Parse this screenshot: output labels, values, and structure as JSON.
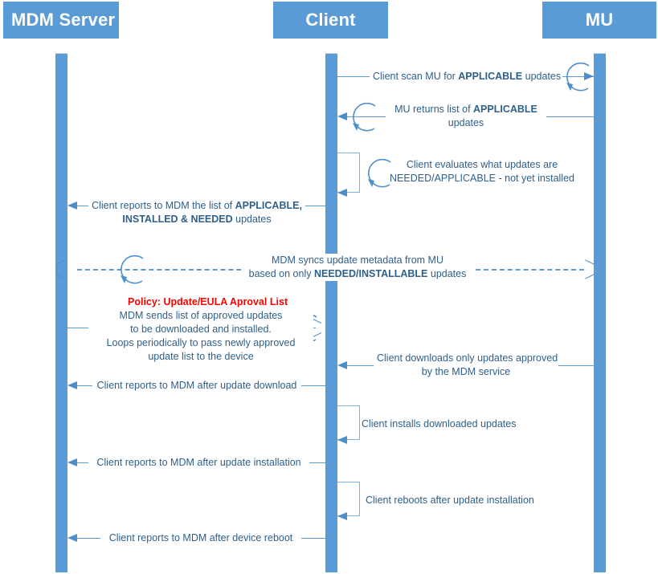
{
  "diagram": {
    "title": "MDM / Client / Microsoft Update sequence diagram",
    "colors": {
      "accent": "#5B9BD5",
      "arrow": "#4F8FC9",
      "text": "#2E5F8A",
      "policy": "#FF0000",
      "background": "#FFFFFF"
    },
    "participants": [
      {
        "id": "mdm",
        "label": "MDM Server"
      },
      {
        "id": "client",
        "label": "Client"
      },
      {
        "id": "mu",
        "label": "MU"
      }
    ],
    "messages": [
      {
        "id": "m1",
        "from": "client",
        "to": "mu",
        "direction": "right",
        "style": "solid",
        "loop": true,
        "lines": [
          [
            {
              "t": "Client scan MU for ",
              "b": false
            },
            {
              "t": "APPLICABLE",
              "b": true
            },
            {
              "t": " updates",
              "b": false
            }
          ]
        ]
      },
      {
        "id": "m2",
        "from": "mu",
        "to": "client",
        "direction": "left",
        "style": "solid",
        "loop": true,
        "lines": [
          [
            {
              "t": "MU returns list of ",
              "b": false
            },
            {
              "t": "APPLICABLE",
              "b": true
            }
          ],
          [
            {
              "t": "updates",
              "b": false
            }
          ]
        ]
      },
      {
        "id": "m3",
        "from": "client",
        "to": "client",
        "direction": "self",
        "style": "solid",
        "loop": true,
        "lines": [
          [
            {
              "t": "Client evaluates what updates are",
              "b": false
            }
          ],
          [
            {
              "t": "NEEDED/APPLICABLE - not yet installed",
              "b": false
            }
          ]
        ]
      },
      {
        "id": "m4",
        "from": "client",
        "to": "mdm",
        "direction": "left",
        "style": "solid",
        "loop": false,
        "lines": [
          [
            {
              "t": "Client reports to MDM the list of ",
              "b": false
            },
            {
              "t": "APPLICABLE,",
              "b": true
            }
          ],
          [
            {
              "t": "INSTALLED & NEEDED",
              "b": true
            },
            {
              "t": " updates",
              "b": false
            }
          ]
        ]
      },
      {
        "id": "m5",
        "from": "mdm",
        "to": "mu",
        "direction": "both",
        "style": "dashed",
        "loop": true,
        "lines": [
          [
            {
              "t": "MDM syncs update metadata from MU",
              "b": false
            }
          ],
          [
            {
              "t": "based on only ",
              "b": false
            },
            {
              "t": "NEEDED/INSTALLABLE",
              "b": true
            },
            {
              "t": " updates",
              "b": false
            }
          ]
        ]
      },
      {
        "id": "m6",
        "from": "mdm",
        "to": "client",
        "direction": "right",
        "style": "solid",
        "loop": true,
        "policy": "Policy: Update/EULA Aproval List",
        "lines": [
          [
            {
              "t": "MDM sends list of approved updates",
              "b": false
            }
          ],
          [
            {
              "t": "to be downloaded and installed.",
              "b": false
            }
          ],
          [
            {
              "t": "Loops periodically to pass newly approved",
              "b": false
            }
          ],
          [
            {
              "t": "update list to the device",
              "b": false
            }
          ]
        ]
      },
      {
        "id": "m7",
        "from": "mu",
        "to": "client",
        "direction": "left",
        "style": "solid",
        "loop": false,
        "lines": [
          [
            {
              "t": "Client downloads only updates approved",
              "b": false
            }
          ],
          [
            {
              "t": "by the MDM service",
              "b": false
            }
          ]
        ]
      },
      {
        "id": "m8",
        "from": "client",
        "to": "mdm",
        "direction": "left",
        "style": "solid",
        "loop": false,
        "lines": [
          [
            {
              "t": "Client reports to MDM after update download",
              "b": false
            }
          ]
        ]
      },
      {
        "id": "m9",
        "from": "client",
        "to": "client",
        "direction": "self",
        "style": "solid",
        "loop": false,
        "lines": [
          [
            {
              "t": "Client installs downloaded updates",
              "b": false
            }
          ]
        ]
      },
      {
        "id": "m10",
        "from": "client",
        "to": "mdm",
        "direction": "left",
        "style": "solid",
        "loop": false,
        "lines": [
          [
            {
              "t": "Client reports to MDM after update installation",
              "b": false
            }
          ]
        ]
      },
      {
        "id": "m11",
        "from": "client",
        "to": "client",
        "direction": "self",
        "style": "solid",
        "loop": false,
        "lines": [
          [
            {
              "t": "Client reboots after update installation",
              "b": false
            }
          ]
        ]
      },
      {
        "id": "m12",
        "from": "client",
        "to": "mdm",
        "direction": "left",
        "style": "solid",
        "loop": false,
        "lines": [
          [
            {
              "t": "Client reports to MDM after device reboot",
              "b": false
            }
          ]
        ]
      }
    ]
  }
}
